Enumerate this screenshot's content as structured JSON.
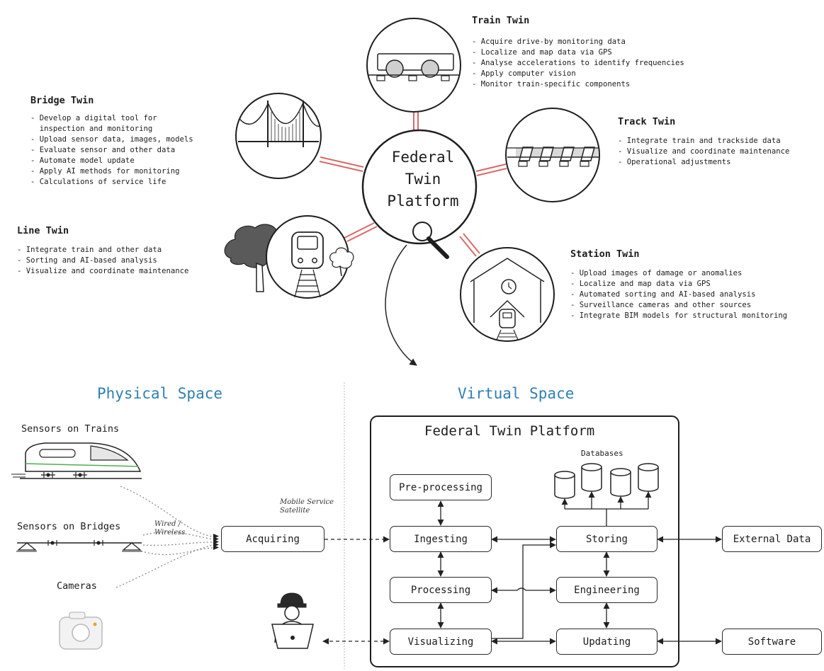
{
  "center": {
    "line1": "Federal",
    "line2": "Twin",
    "line3": "Platform"
  },
  "twins": {
    "train": {
      "title": "Train Twin",
      "items": [
        "- Acquire drive-by monitoring data",
        "- Localize and map data via GPS",
        "- Analyse accelerations to identify frequencies",
        "- Apply computer vision",
        "- Monitor train-specific components"
      ]
    },
    "bridge": {
      "title": "Bridge Twin",
      "items": [
        "- Develop a digital tool for",
        "  inspection and monitoring",
        "- Upload sensor data, images, models",
        "- Evaluate sensor and other data",
        "- Automate model update",
        "- Apply AI methods for monitoring",
        "- Calculations of service life"
      ]
    },
    "track": {
      "title": "Track Twin",
      "items": [
        "- Integrate train and trackside data",
        "- Visualize and coordinate maintenance",
        "- Operational adjustments"
      ]
    },
    "line": {
      "title": "Line Twin",
      "items": [
        "- Integrate train and other data",
        "- Sorting and AI-based analysis",
        "- Visualize and coordinate maintenance"
      ]
    },
    "station": {
      "title": "Station Twin",
      "items": [
        "- Upload images of damage or anomalies",
        "- Localize and map data via GPS",
        "- Automated sorting and AI-based analysis",
        "- Surveillance cameras and other sources",
        "- Integrate BIM models for structural monitoring"
      ]
    }
  },
  "spaces": {
    "physical": "Physical Space",
    "virtual": "Virtual Space"
  },
  "sources": {
    "trains": "Sensors on Trains",
    "bridges": "Sensors on Bridges",
    "cameras": "Cameras"
  },
  "links": {
    "wired": "Wired /\nWireless",
    "mobile": "Mobile Service\nSatellite"
  },
  "platform": {
    "title": "Federal Twin Platform",
    "databases": "Databases",
    "acquiring": "Acquiring",
    "preprocessing": "Pre-processing",
    "ingesting": "Ingesting",
    "processing": "Processing",
    "visualizing": "Visualizing",
    "storing": "Storing",
    "engineering": "Engineering",
    "updating": "Updating",
    "external": "External Data",
    "software": "Software"
  },
  "colors": {
    "accent": "#2f7fb2",
    "connector": "#d96a6a",
    "green": "#4caf50",
    "camera_dot": "#f0a030"
  }
}
